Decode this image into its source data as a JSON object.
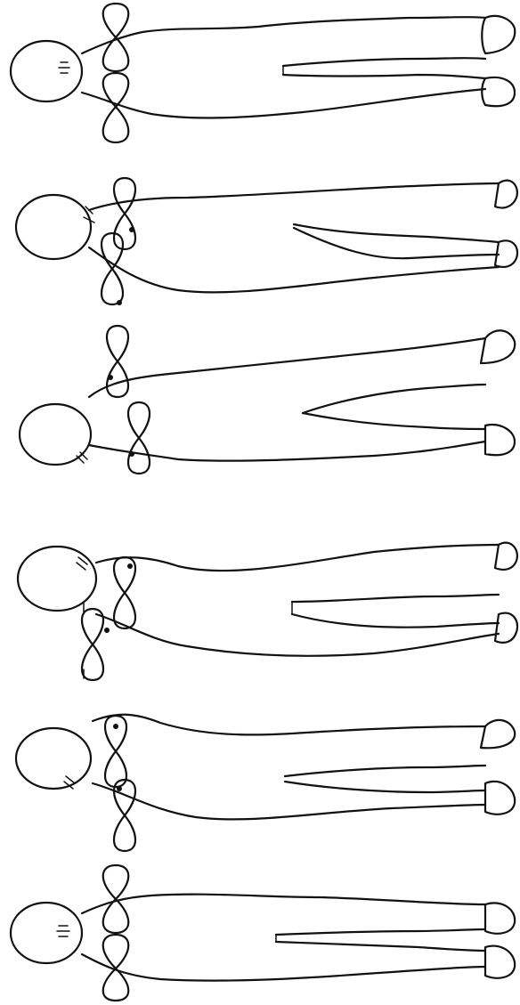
{
  "figure": {
    "panel_count": 6,
    "line_color": "#111111",
    "background_color": "#ffffff",
    "panels": [
      {
        "view": "front",
        "loops": 2,
        "loop_dots": false
      },
      {
        "view": "side",
        "loops": 2,
        "loop_dots": true
      },
      {
        "view": "side",
        "loops": 2,
        "loop_dots": true
      },
      {
        "view": "side",
        "loops": 2,
        "loop_dots": true
      },
      {
        "view": "side",
        "loops": 2,
        "loop_dots": true
      },
      {
        "view": "front",
        "loops": 2,
        "loop_dots": false
      }
    ]
  }
}
